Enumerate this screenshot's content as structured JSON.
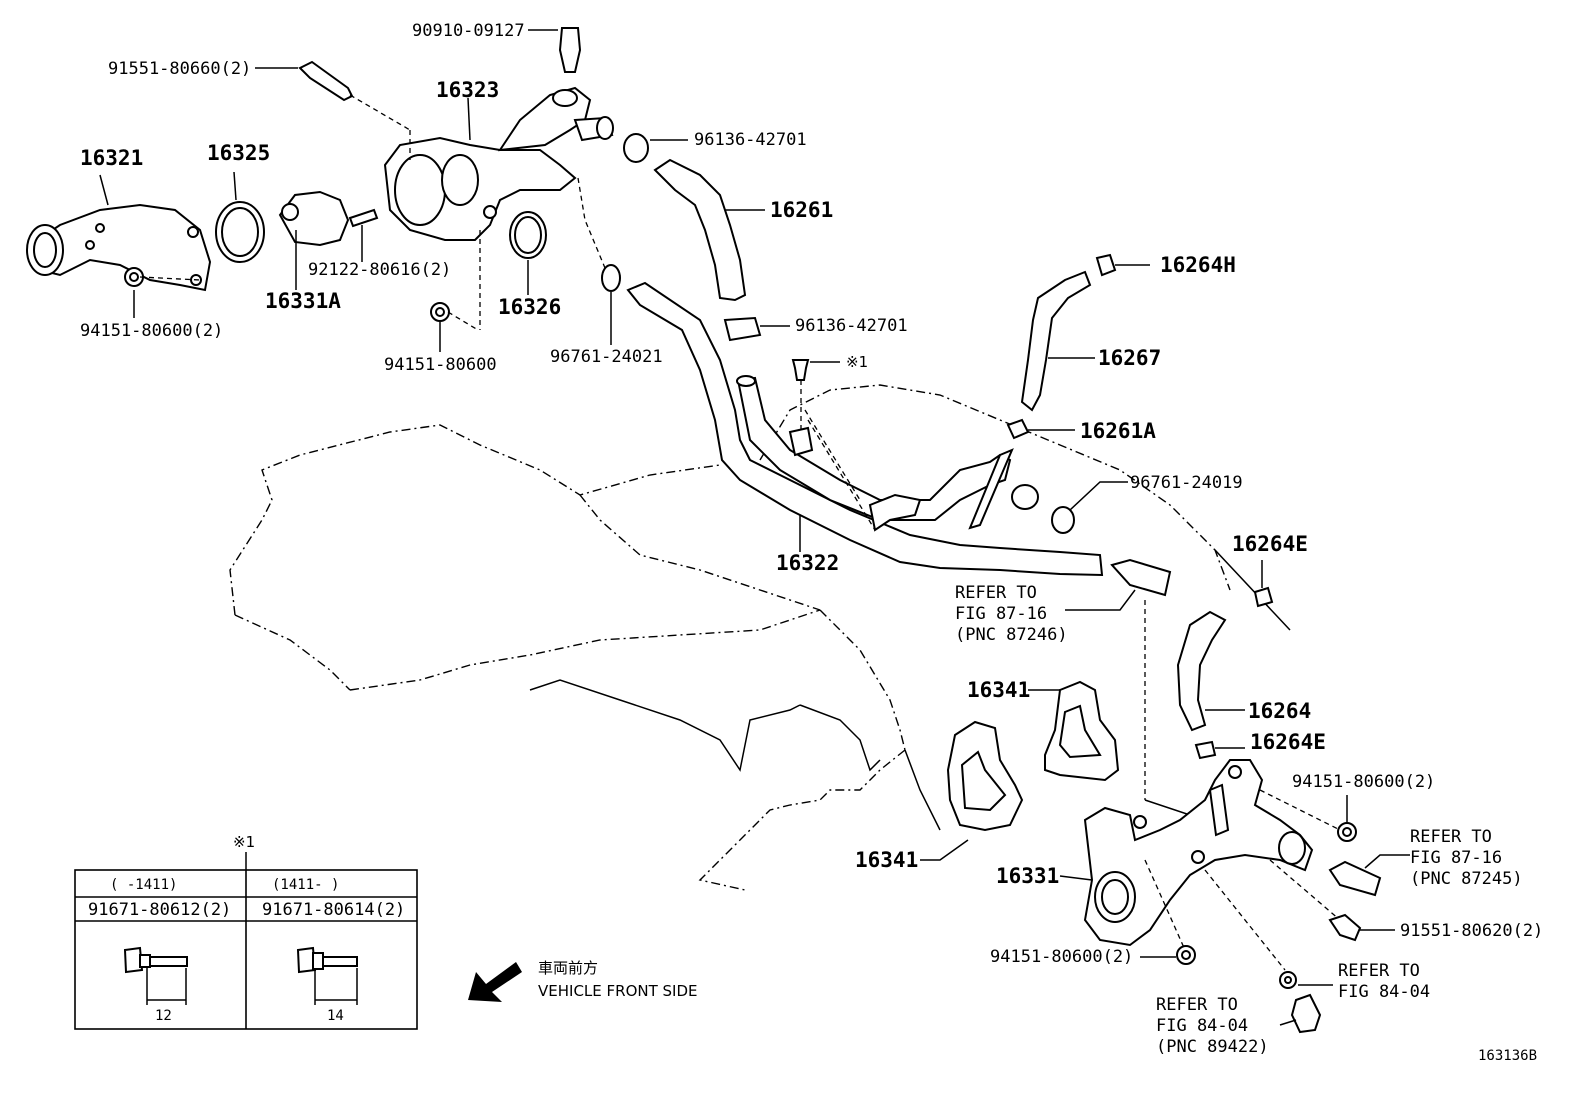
{
  "labels": {
    "p_90910": "90910-09127",
    "p_91551_80660": "91551-80660(2)",
    "p_16323": "16323",
    "p_96136_a": "96136-42701",
    "p_16321": "16321",
    "p_16325": "16325",
    "p_16261": "16261",
    "p_92122": "92122-80616(2)",
    "p_16331A": "16331A",
    "p_16326": "16326",
    "p_16264H": "16264H",
    "p_94151_a": "94151-80600(2)",
    "p_94151_b": "94151-80600",
    "p_96761_a": "96761-24021",
    "p_96136_b": "96136-42701",
    "p_ref1": "※1",
    "p_16267": "16267",
    "p_16261A": "16261A",
    "p_96761_b": "96761-24019",
    "p_16264E_a": "16264E",
    "p_16322": "16322",
    "p_16341_a": "16341",
    "p_16264": "16264",
    "p_16264E_b": "16264E",
    "p_94151_c": "94151-80600(2)",
    "p_16341_b": "16341",
    "p_16331": "16331",
    "p_91551_80620": "91551-80620(2)",
    "p_94151_d": "94151-80600(2)"
  },
  "refer_fig87_16_a": {
    "line1": "REFER TO",
    "line2": "FIG 87-16",
    "line3": "(PNC 87246)"
  },
  "refer_fig87_16_b": {
    "line1": "REFER TO",
    "line2": "FIG 87-16",
    "line3": "(PNC 87245)"
  },
  "refer_fig84_04_a": {
    "line1": "REFER TO",
    "line2": "FIG 84-04"
  },
  "refer_fig84_04_b": {
    "line1": "REFER TO",
    "line2": "FIG 84-04",
    "line3": "(PNC 89422)"
  },
  "front_side": {
    "jp": "車両前方",
    "en": "VEHICLE FRONT SIDE"
  },
  "inset": {
    "marker": "※1",
    "columns": [
      {
        "range": "(    -1411)",
        "part": "91671-80612(2)",
        "dim": "12"
      },
      {
        "range": "(1411-     )",
        "part": "91671-80614(2)",
        "dim": "14"
      }
    ]
  },
  "figure_number": "163136B"
}
